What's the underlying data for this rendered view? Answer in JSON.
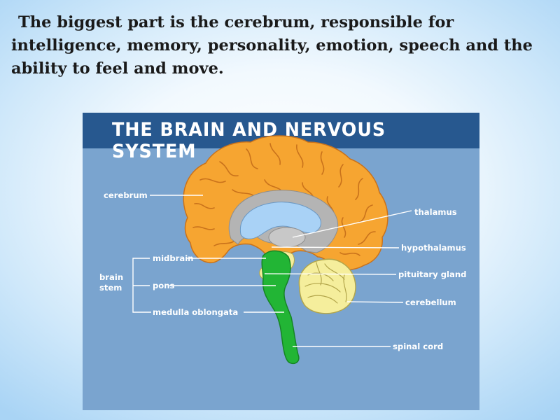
{
  "caption": "The biggest part is the cerebrum, responsible for intelligence, memory, personality, emotion, speech and the ability to feel and move.",
  "figure": {
    "title": "The Brain and Nervous System",
    "labels": {
      "cerebrum": "cerebrum",
      "thalamus": "thalamus",
      "hypothalamus": "hypothalamus",
      "pituitary_gland": "pituitary gland",
      "cerebellum": "cerebellum",
      "spinal_cord": "spinal cord",
      "midbrain": "midbrain",
      "pons": "pons",
      "medulla_oblongata": "medulla oblongata",
      "brain_stem_line1": "brain",
      "brain_stem_line2": "stem"
    },
    "colors": {
      "background": "#7aa4cf",
      "header": "#27588f",
      "cerebrum": "#f6a531",
      "cerebellum": "#f5ee9c",
      "brain_stem": "#22b535",
      "inner_gray": "#b4b4b4",
      "ventricle": "#a9d2f6"
    }
  }
}
